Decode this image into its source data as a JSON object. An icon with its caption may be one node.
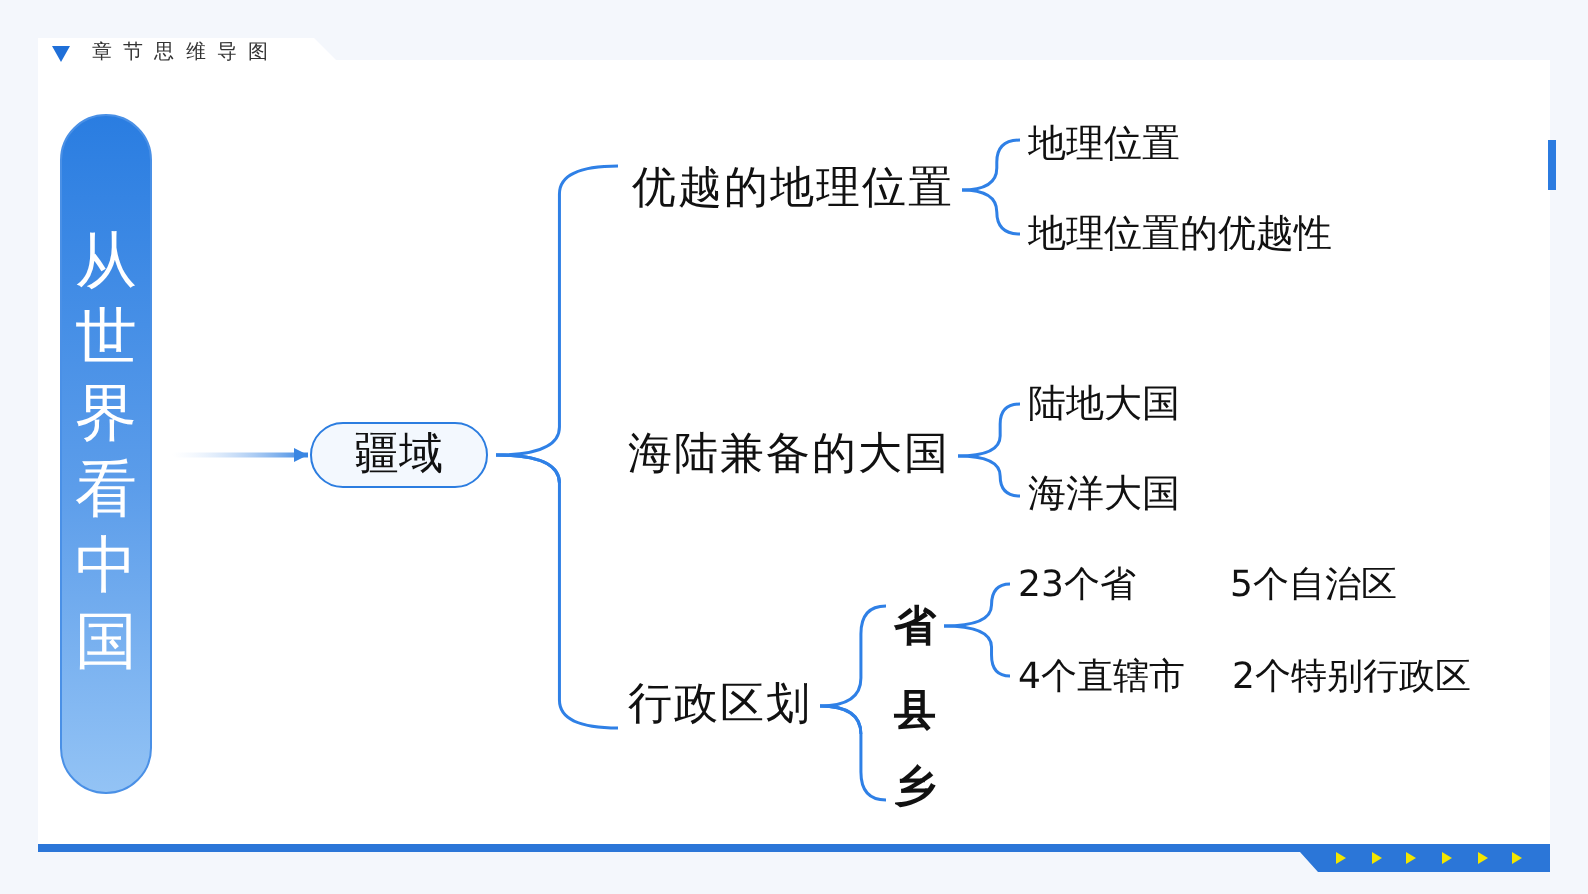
{
  "diagram": {
    "title": "章节思维导图",
    "nodes": [
      {
        "text": [
          "从世界看中国"
        ]
      },
      {
        "text": [
          "疆域"
        ]
      },
      {
        "text": [
          "优越的地理位置"
        ]
      },
      {
        "text": [
          "地理位置"
        ]
      },
      {
        "text": [
          "地理位置的优越性"
        ]
      },
      {
        "text": [
          "海陆兼备的大国"
        ]
      },
      {
        "text": [
          "陆地大国"
        ]
      },
      {
        "text": [
          "海洋大国"
        ]
      },
      {
        "text": [
          "行政区划"
        ]
      },
      {
        "text": [
          "省"
        ]
      },
      {
        "text": [
          "县"
        ]
      },
      {
        "text": [
          "乡"
        ]
      },
      {
        "text": [
          "23个省"
        ]
      },
      {
        "text": [
          "5个自治区"
        ]
      },
      {
        "text": [
          "4个直辖市"
        ]
      },
      {
        "text": [
          "2个特别行政区"
        ]
      }
    ],
    "edges": [
      {
        "from": 0,
        "to": 1,
        "arrow": "to"
      },
      {
        "from": 1,
        "to": 2,
        "arrow": "none"
      },
      {
        "from": 1,
        "to": 5,
        "arrow": "none"
      },
      {
        "from": 1,
        "to": 8,
        "arrow": "none"
      },
      {
        "from": 2,
        "to": 3,
        "arrow": "none"
      },
      {
        "from": 2,
        "to": 4,
        "arrow": "none"
      },
      {
        "from": 5,
        "to": 6,
        "arrow": "none"
      },
      {
        "from": 5,
        "to": 7,
        "arrow": "none"
      },
      {
        "from": 8,
        "to": 9,
        "arrow": "none"
      },
      {
        "from": 8,
        "to": 10,
        "arrow": "none"
      },
      {
        "from": 8,
        "to": 11,
        "arrow": "none"
      },
      {
        "from": 9,
        "to": 12,
        "arrow": "none"
      },
      {
        "from": 9,
        "to": 14,
        "arrow": "none"
      }
    ]
  }
}
